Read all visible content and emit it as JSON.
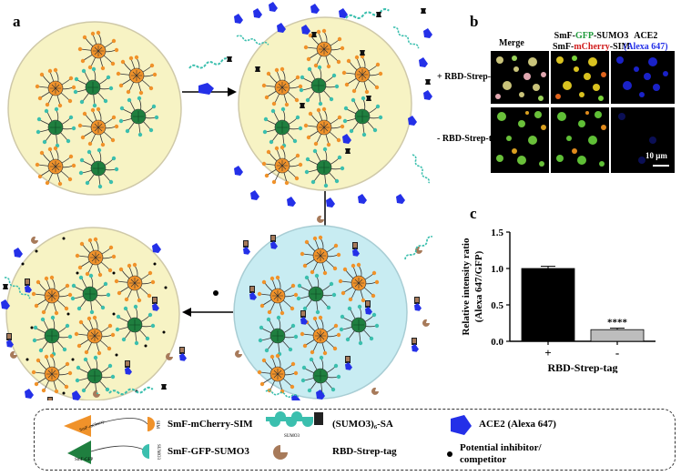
{
  "panels": {
    "a": "a",
    "b": "b",
    "c": "c"
  },
  "micrograph": {
    "col_merge": "Merge",
    "col_middle_line1_pre": "SmF-",
    "col_middle_line1_gfp": "GFP",
    "col_middle_line1_post": "-SUMO3",
    "col_middle_line2_pre": "SmF-",
    "col_middle_line2_mcherry": "mCherry",
    "col_middle_line2_post": "-SIM",
    "col_ace2": "ACE2",
    "col_ace2_sub": "(Alexa 647)",
    "row_plus": "+ RBD-Strep-tag",
    "row_minus": "- RBD-Strep-tag",
    "scale_bar": "10 μm"
  },
  "chart_data": {
    "type": "bar",
    "categories": [
      "+",
      "-"
    ],
    "values": [
      1.0,
      0.16
    ],
    "errors": [
      0.03,
      0.02
    ],
    "ylabel_line1": "Relative intensity ratio",
    "ylabel_line2": "(Alexa 647/GFP)",
    "xlabel": "RBD-Strep-tag",
    "ylim": [
      0,
      1.5
    ],
    "yticks": [
      "0.0",
      "0.5",
      "1.0",
      "1.5"
    ],
    "annotation": "****",
    "colors": [
      "#000000",
      "#bdbdbd"
    ]
  },
  "legend": {
    "item1": "SmF-mCherry-SIM",
    "item2": "SmF-GFP-SUMO3",
    "item3": "(SUMO3)₆-SA",
    "item4": "ACE2 (Alexa 647)",
    "item5": "RBD-Strep-tag",
    "item6_line1": "Potential inhibitor/",
    "item6_line2": "competitor",
    "icon1_text1": "SmF-mCherry",
    "icon1_text2": "SIM",
    "icon2_text1": "SmF-GFP",
    "icon2_text2": "SUMO3",
    "icon3_text": "SUMO3"
  },
  "colors": {
    "condensate_yellow": "#f7f3c4",
    "condensate_cyan": "#c8ecf2",
    "orange_core": "#f0922a",
    "green_core": "#1f7f3f",
    "teal_chain": "#3bbfae",
    "ace2_blue": "#2430e8",
    "rbd_brown": "#a77a5a"
  }
}
